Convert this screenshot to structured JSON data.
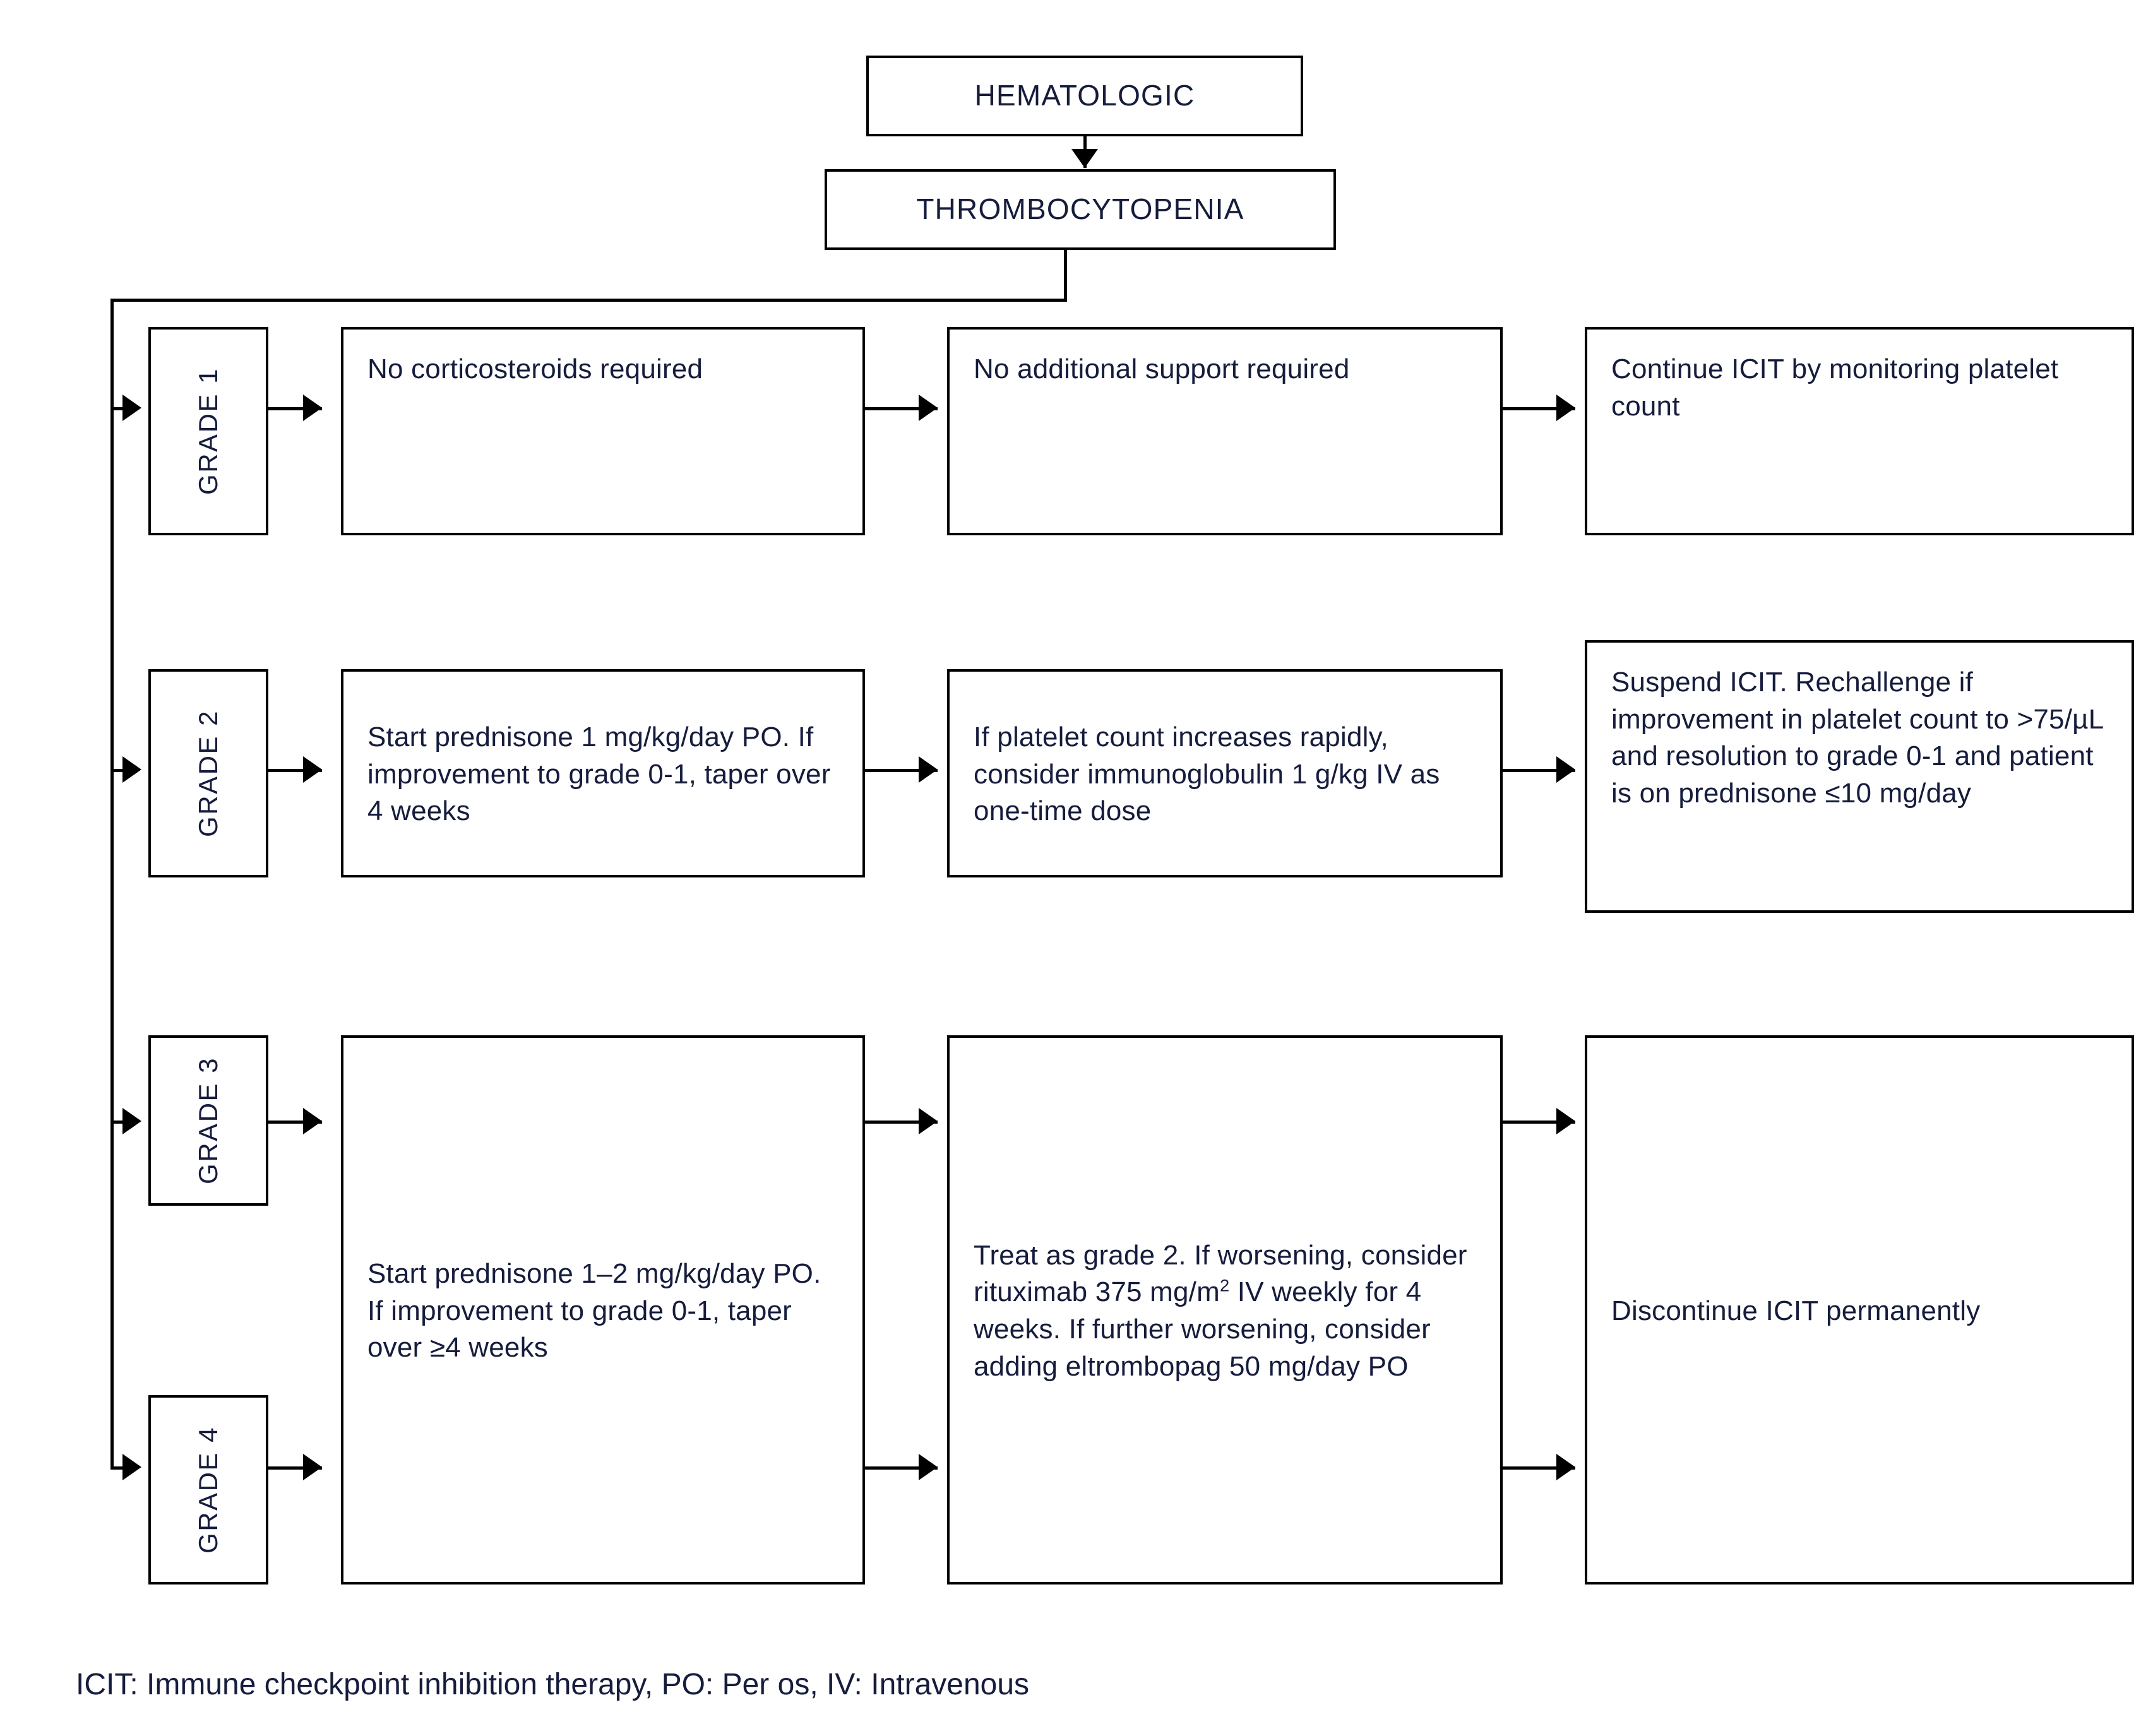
{
  "diagram": {
    "title": "HEMATOLOGIC — THROMBOCYTOPENIA management algorithm",
    "header": {
      "category": "HEMATOLOGIC",
      "condition": "THROMBOCYTOPENIA"
    },
    "column_count": 3,
    "rows": [
      {
        "grade": "GRADE 1",
        "treatment": "No corticosteroids required",
        "support": "No additional support required",
        "icit_action": "Continue ICIT by monitoring platelet count"
      },
      {
        "grade": "GRADE 2",
        "treatment": "Start prednisone 1 mg/kg/day PO. If improvement to grade 0-1, taper over 4 weeks",
        "support": "If platelet count increases rapidly, consider immunoglobulin 1 g/kg IV as one-time dose",
        "icit_action": "Suspend ICIT. Rechallenge if improvement in platelet count to >75/µL and resolution to grade 0-1 and patient is on prednisone ≤10 mg/day"
      },
      {
        "grade": "GRADE 3",
        "treatment": "Start prednisone 1–2 mg/kg/day PO. If improvement to grade 0-1, taper over ≥4 weeks",
        "support_pre": "Treat as grade 2. If worsening, consider rituximab 375 mg/m",
        "support_sup": "2",
        "support_post": " IV weekly for 4 weeks. If further worsening, consider adding eltrombopag 50 mg/day PO",
        "icit_action": "Discontinue ICIT permanently"
      },
      {
        "grade": "GRADE 4"
      }
    ],
    "footnote": "ICIT: Immune checkpoint inhibition therapy, PO: Per os, IV: Intravenous",
    "colors": {
      "stroke": "#000000",
      "text": "#151c3c",
      "background": "#ffffff"
    }
  }
}
